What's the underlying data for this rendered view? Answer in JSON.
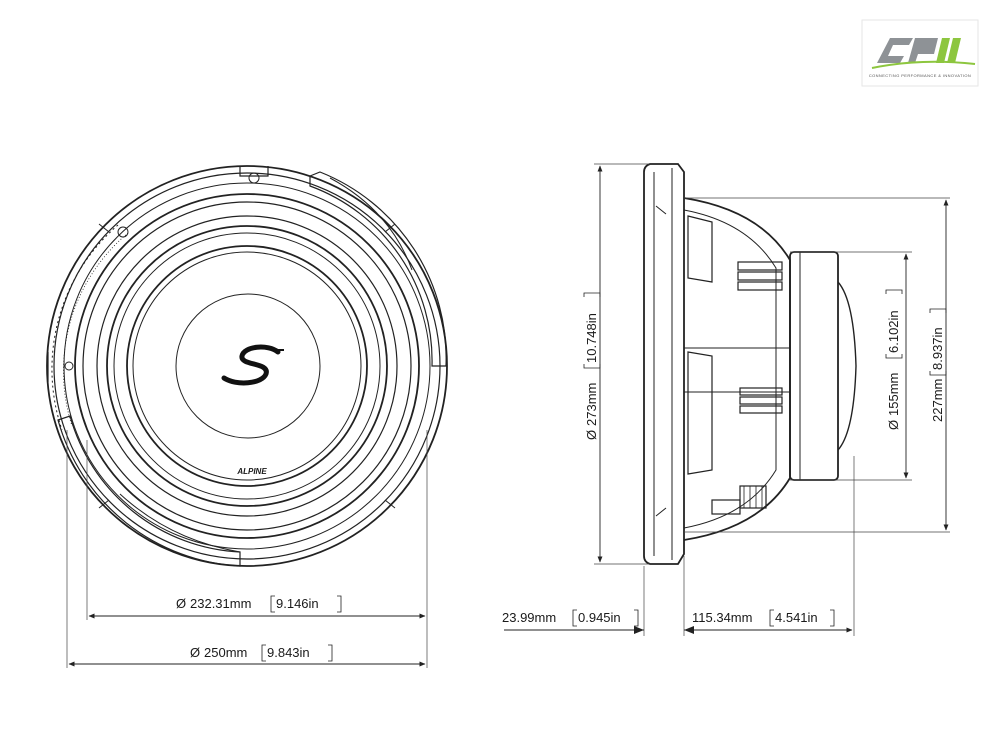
{
  "logo": {
    "wordmark": "CP",
    "wordmark_suffix": "II",
    "tagline": "CONNECTING PERFORMANCE & INNOVATION",
    "colors": {
      "grey": "#8e9296",
      "green": "#8dc63f"
    }
  },
  "front_view": {
    "cone_mark": "S",
    "brand": "ALPINE",
    "dimensions": [
      {
        "symbol": "Ø",
        "mm": "232.31mm",
        "inch": "9.146in"
      },
      {
        "symbol": "Ø",
        "mm": "250mm",
        "inch": "9.843in"
      }
    ]
  },
  "side_view": {
    "dimensions": {
      "overall_diameter": {
        "symbol": "Ø",
        "mm": "273mm",
        "inch": "10.748in"
      },
      "magnet_diameter": {
        "symbol": "Ø",
        "mm": "155mm",
        "inch": "6.102in"
      },
      "height": {
        "mm": "227mm",
        "inch": "8.937in"
      },
      "flange_depth": {
        "mm": "23.99mm",
        "inch": "0.945in"
      },
      "mount_depth": {
        "mm": "115.34mm",
        "inch": "4.541in"
      }
    }
  }
}
